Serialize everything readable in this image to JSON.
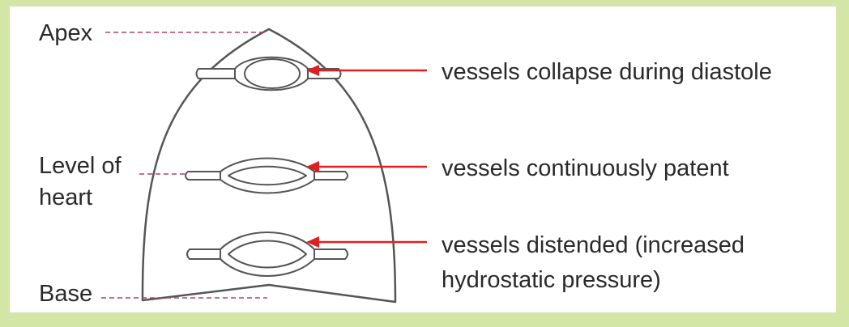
{
  "colors": {
    "background": "#d3e6a5",
    "panel": "#ffffff",
    "outline": "#555555",
    "arrow": "#e02020",
    "leader": "#b0406a",
    "text": "#2a2a2a"
  },
  "labels": {
    "left": {
      "apex": "Apex",
      "level_line1": "Level of",
      "level_line2": "heart",
      "base": "Base"
    },
    "right": {
      "top": "vessels collapse during diastole",
      "middle": "vessels continuously patent",
      "bottom_line1": "vessels distended (increased",
      "bottom_line2": "hydrostatic pressure)"
    }
  }
}
